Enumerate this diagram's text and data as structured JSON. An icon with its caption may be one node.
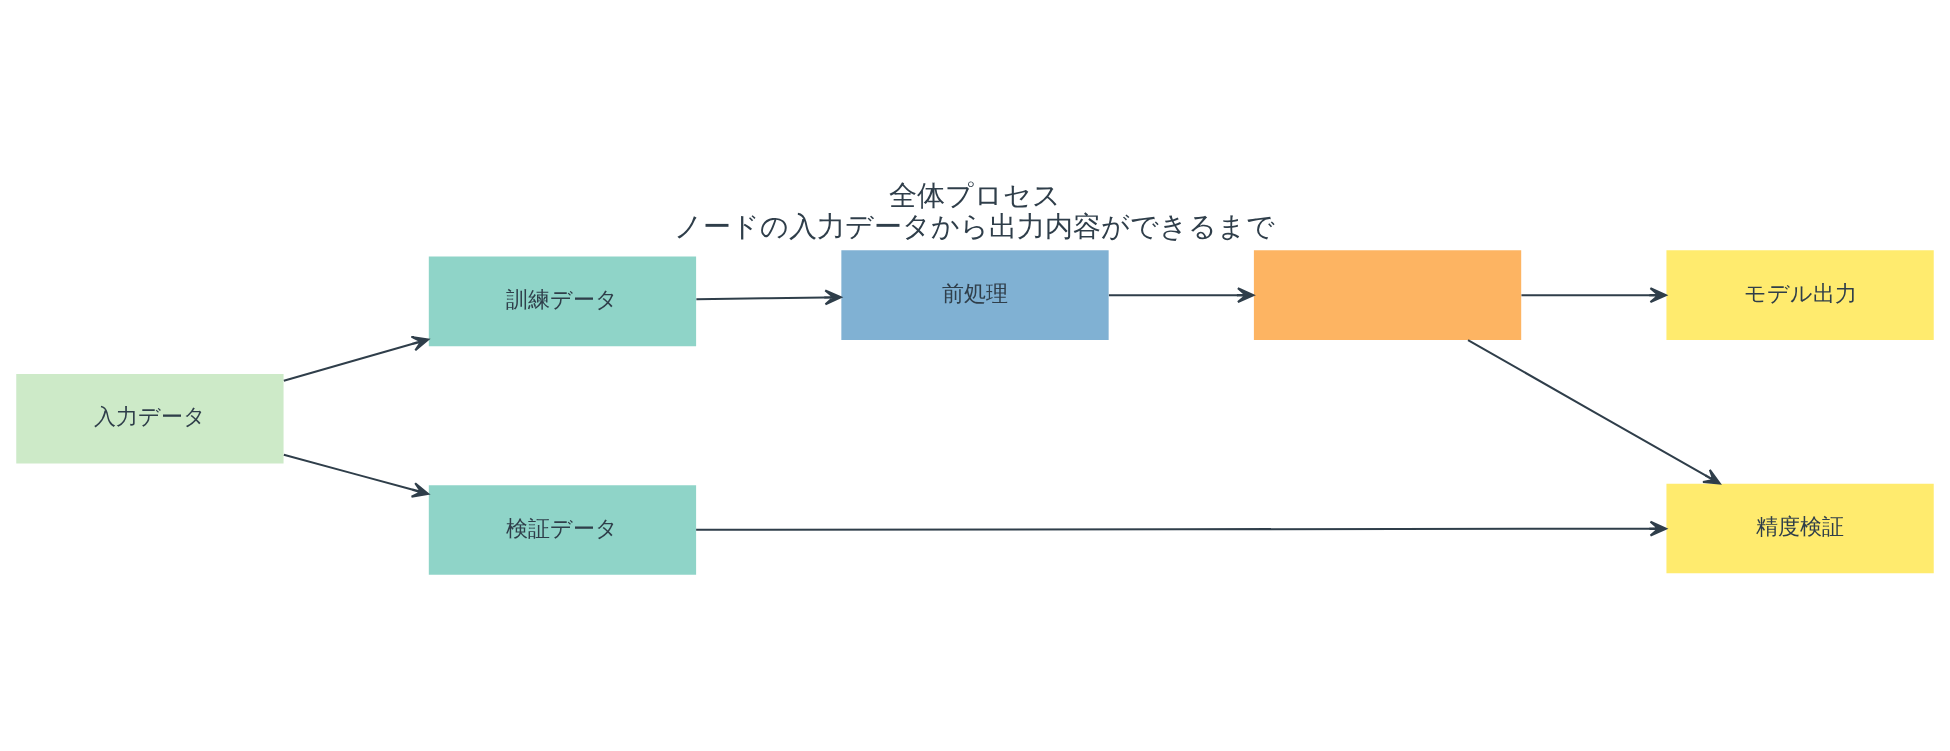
{
  "diagram": {
    "title": "全体プロセス",
    "caption": "ノードの入力データから出力内容ができるまで",
    "nodes": [
      {
        "text": [
          "入力データ"
        ]
      },
      {
        "text": [
          "訓練データ"
        ]
      },
      {
        "text": [
          "前処理"
        ]
      },
      {
        "text": [],
        "shape": "box"
      },
      {
        "text": [
          "モデル出力"
        ]
      },
      {
        "text": [
          "検証データ"
        ]
      },
      {
        "text": [
          "精度検証"
        ]
      }
    ],
    "edges": [
      {
        "from": 0,
        "to": 1,
        "arrow": "to"
      },
      {
        "from": 0,
        "to": 5,
        "arrow": "to"
      },
      {
        "from": 1,
        "to": 2,
        "arrow": "to"
      },
      {
        "from": 2,
        "to": 3,
        "arrow": "to"
      },
      {
        "from": 3,
        "to": 4,
        "arrow": "to"
      },
      {
        "from": 3,
        "to": 6,
        "arrow": "to"
      },
      {
        "from": 5,
        "to": 6,
        "arrow": "to"
      }
    ]
  }
}
